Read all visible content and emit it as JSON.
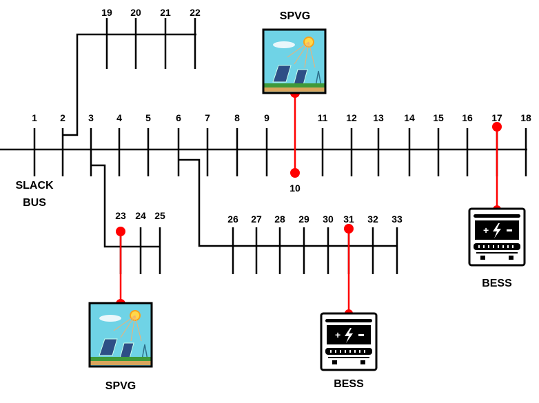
{
  "colors": {
    "line": "#000000",
    "connection": "#ff0000",
    "sky": "#6fd3e6"
  },
  "main_bus": [
    "1",
    "2",
    "3",
    "4",
    "5",
    "6",
    "7",
    "8",
    "9",
    "10",
    "11",
    "12",
    "13",
    "14",
    "15",
    "16",
    "17",
    "18"
  ],
  "branch_19_22": [
    "19",
    "20",
    "21",
    "22"
  ],
  "branch_23_25": [
    "23",
    "24",
    "25"
  ],
  "branch_26_33": [
    "26",
    "27",
    "28",
    "29",
    "30",
    "31",
    "32",
    "33"
  ],
  "slack": {
    "line1": "SLACK",
    "line2": "BUS"
  },
  "devices": {
    "spvg_top": {
      "label": "SPVG",
      "bus": "10",
      "icon": "solar-panel-icon"
    },
    "spvg_bottom": {
      "label": "SPVG",
      "bus": "23",
      "icon": "solar-panel-icon"
    },
    "bess_right": {
      "label": "BESS",
      "bus": "17",
      "icon": "battery-icon"
    },
    "bess_bottom": {
      "label": "BESS",
      "bus": "31",
      "icon": "battery-icon"
    }
  }
}
